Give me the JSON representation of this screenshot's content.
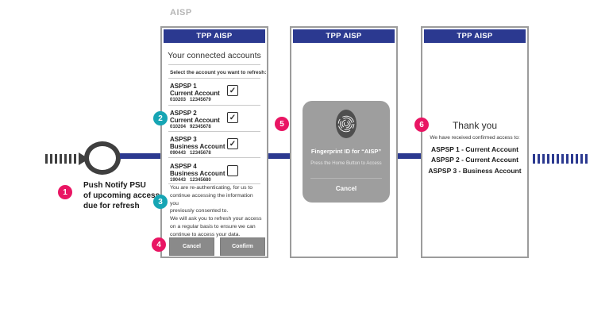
{
  "page_label": "AISP",
  "colors": {
    "navy": "#2b3990",
    "teal": "#16a5b4",
    "pink": "#e91563",
    "modal_gray": "#9e9e9e",
    "button_gray": "#8a8a8a"
  },
  "timeline": {
    "step1_label": "Push Notify PSU\nof upcoming access\ndue for refresh"
  },
  "badges": {
    "b1": "1",
    "b2": "2",
    "b3": "3",
    "b4": "4",
    "b5": "5",
    "b6": "6"
  },
  "phone1": {
    "header": "TPP AISP",
    "title": "Your connected accounts",
    "subtitle": "Select the account you want to refresh:",
    "accounts": [
      {
        "name": "ASPSP 1",
        "type": "Current Account",
        "number": "010203   12345679",
        "check": "✓"
      },
      {
        "name": "ASPSP 2",
        "type": "Current Account",
        "number": "010204   92345678",
        "check": "✓"
      },
      {
        "name": "ASPSP 3",
        "type": "Business Account",
        "number": "090443   12345678",
        "check": "✓"
      },
      {
        "name": "ASPSP 4",
        "type": "Business Account",
        "number": "190443   12345680",
        "check": ""
      }
    ],
    "paragraph": "You are re-authenticating, for us to\ncontinue accessing the information you\npreviously consented to.\nWe will ask you to refresh your access\non a regular basis to ensure we can\ncontinue to access your data.",
    "cancel_label": "Cancel",
    "confirm_label": "Confirm"
  },
  "phone2": {
    "header": "TPP AISP",
    "modal": {
      "title": "Fingerprint ID for “AISP”",
      "subtitle": "Press the Home Button to Access",
      "cancel_label": "Cancel"
    }
  },
  "phone3": {
    "header": "TPP AISP",
    "title": "Thank you",
    "subtitle": "We have received confirmed access to:",
    "items": [
      "ASPSP 1 - Current Account",
      "ASPSP 2 - Current Account",
      "ASPSP 3 - Business Account"
    ]
  }
}
